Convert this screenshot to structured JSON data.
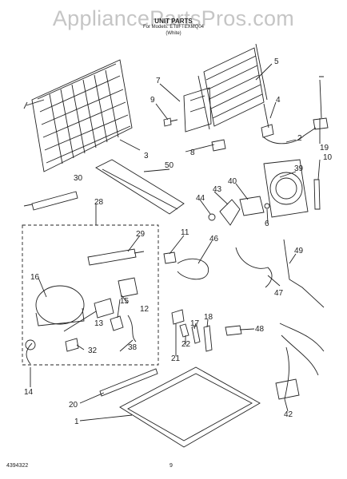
{
  "watermark": "AppliancePartsPros.com",
  "header": {
    "title": "UNIT PARTS",
    "model_line": "For Models: ET8FTEXMQ04",
    "color_line": "(White)"
  },
  "footer": {
    "doc_number": "4394322",
    "page_number": "9"
  },
  "callouts": [
    "7",
    "9",
    "5",
    "4",
    "2",
    "8",
    "3",
    "19",
    "10",
    "50",
    "39",
    "30",
    "40",
    "43",
    "44",
    "6",
    "28",
    "11",
    "29",
    "46",
    "16",
    "49",
    "12",
    "47",
    "15",
    "13",
    "18",
    "48",
    "17",
    "38",
    "32",
    "22",
    "21",
    "14",
    "20",
    "42",
    "1"
  ],
  "colors": {
    "line": "#222222",
    "watermark": "#969696",
    "background": "#ffffff"
  }
}
